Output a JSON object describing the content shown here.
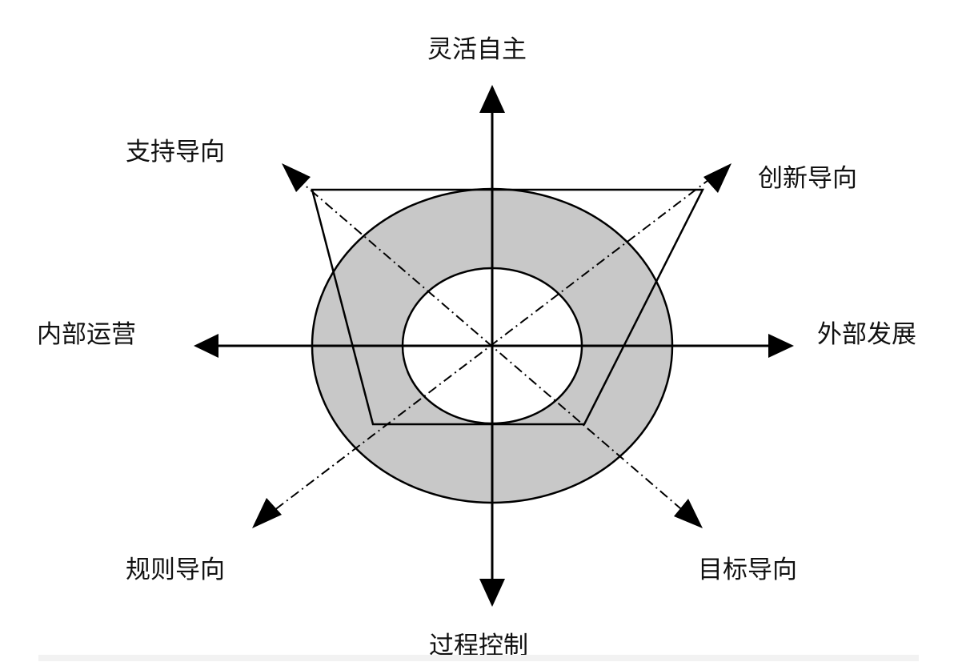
{
  "labels": {
    "top": "灵活自主",
    "bottom": "过程控制",
    "left": "内部运营",
    "right": "外部发展",
    "top_left": "支持导向",
    "top_right": "创新导向",
    "bottom_left": "规则导向",
    "bottom_right": "目标导向"
  },
  "colors": {
    "ring_fill": "#c8c8c8",
    "inner_fill": "#ffffff",
    "stroke": "#000000",
    "text": "#111111"
  },
  "styles": {
    "main_axes": "solid",
    "diagonal_axes": "dash-dot"
  }
}
